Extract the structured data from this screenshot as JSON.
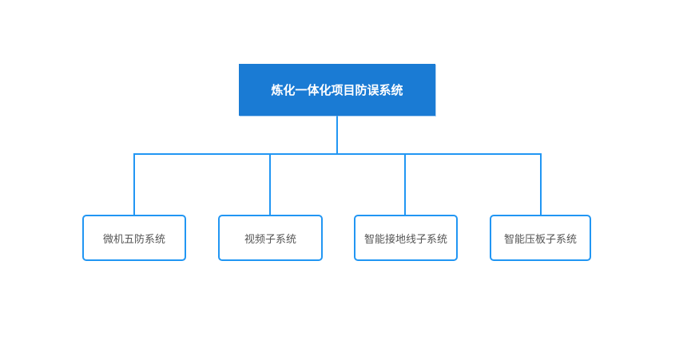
{
  "diagram": {
    "type": "org-chart",
    "root": {
      "label": "炼化一体化项目防误系统"
    },
    "children": [
      {
        "label": "微机五防系统"
      },
      {
        "label": "视频子系统"
      },
      {
        "label": "智能接地线子系统"
      },
      {
        "label": "智能压板子系统"
      }
    ],
    "colors": {
      "background": "#ffffff",
      "root_fill": "#1a7bd4",
      "root_text": "#ffffff",
      "line": "#2196f3",
      "child_border": "#2196f3",
      "child_text": "#555555"
    }
  }
}
